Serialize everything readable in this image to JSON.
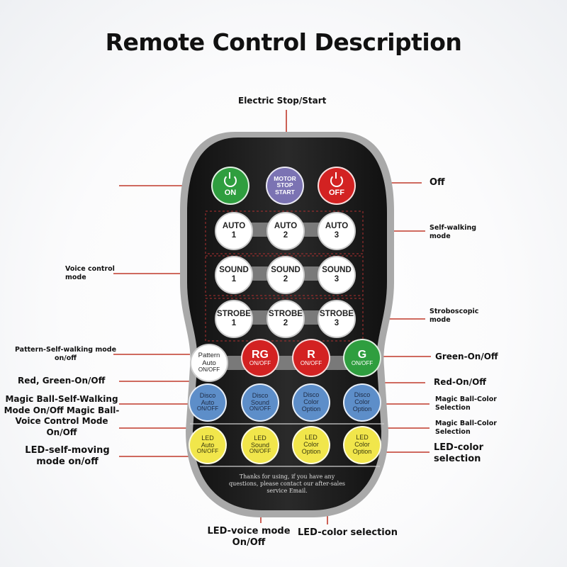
{
  "title": "Remote Control Description",
  "buttons": {
    "on": {
      "label": "ON"
    },
    "motor": {
      "l1": "MOTOR",
      "l2": "STOP",
      "l3": "START"
    },
    "off": {
      "label": "OFF"
    },
    "auto1": {
      "l1": "AUTO",
      "l2": "1"
    },
    "auto2": {
      "l1": "AUTO",
      "l2": "2"
    },
    "auto3": {
      "l1": "AUTO",
      "l2": "3"
    },
    "sound1": {
      "l1": "SOUND",
      "l2": "1"
    },
    "sound2": {
      "l1": "SOUND",
      "l2": "2"
    },
    "sound3": {
      "l1": "SOUND",
      "l2": "3"
    },
    "strobe1": {
      "l1": "STROBE",
      "l2": "1"
    },
    "strobe2": {
      "l1": "STROBE",
      "l2": "2"
    },
    "strobe3": {
      "l1": "STROBE",
      "l2": "3"
    },
    "pattern": {
      "l1": "Pattern",
      "l2": "Auto",
      "l3": "ON/OFF"
    },
    "rg": {
      "l1": "RG",
      "l2": "ON/OFF"
    },
    "r": {
      "l1": "R",
      "l2": "ON/OFF"
    },
    "g": {
      "l1": "G",
      "l2": "ON/OFF"
    },
    "disco_auto": {
      "l1": "Disco",
      "l2": "Auto",
      "l3": "ON/OFF"
    },
    "disco_sound": {
      "l1": "Disco",
      "l2": "Sound",
      "l3": "ON/OFF"
    },
    "disco_color1": {
      "l1": "Disco",
      "l2": "Color",
      "l3": "Option"
    },
    "disco_color2": {
      "l1": "Disco",
      "l2": "Color",
      "l3": "Option"
    },
    "led_auto": {
      "l1": "LED",
      "l2": "Auto",
      "l3": "ON/OFF"
    },
    "led_sound": {
      "l1": "LED",
      "l2": "Sound",
      "l3": "ON/OFF"
    },
    "led_color1": {
      "l1": "LED",
      "l2": "Color",
      "l3": "Option"
    },
    "led_color2": {
      "l1": "LED",
      "l2": "Color",
      "l3": "Option"
    }
  },
  "footer_text": "Thanks for using, if you have any questions, please contact our after-sales service Email.",
  "labels": {
    "electric": "Electric Stop/Start",
    "off": "Off",
    "self_walking": "Self-walking mode",
    "voice": "Voice control mode",
    "strobe": "Stroboscopic mode",
    "pattern": "Pattern-Self-walking mode on/off",
    "green": "Green-On/Off",
    "red_green": "Red, Green-On/Off",
    "red": "Red-On/Off",
    "magic_left": "Magic Ball-Self-Walking Mode On/Off Magic Ball-Voice Control Mode On/Off",
    "magic_color1": "Magic Ball-Color Selection",
    "magic_color2": "Magic Ball-Color Selection",
    "led_self": "LED-self-moving mode on/off",
    "led_color_right": "LED-color selection",
    "led_voice": "LED-voice mode On/Off",
    "led_color_bottom": "LED-color selection"
  },
  "colors": {
    "remote_body": "#1e1e1e",
    "remote_rim": "#a9a9a9",
    "pointer": "#c0392b",
    "green": "#2f9e3f",
    "red": "#d32222",
    "purple": "#7b73b3",
    "blue": "#5d8ec9",
    "yellow": "#f1e64b"
  }
}
